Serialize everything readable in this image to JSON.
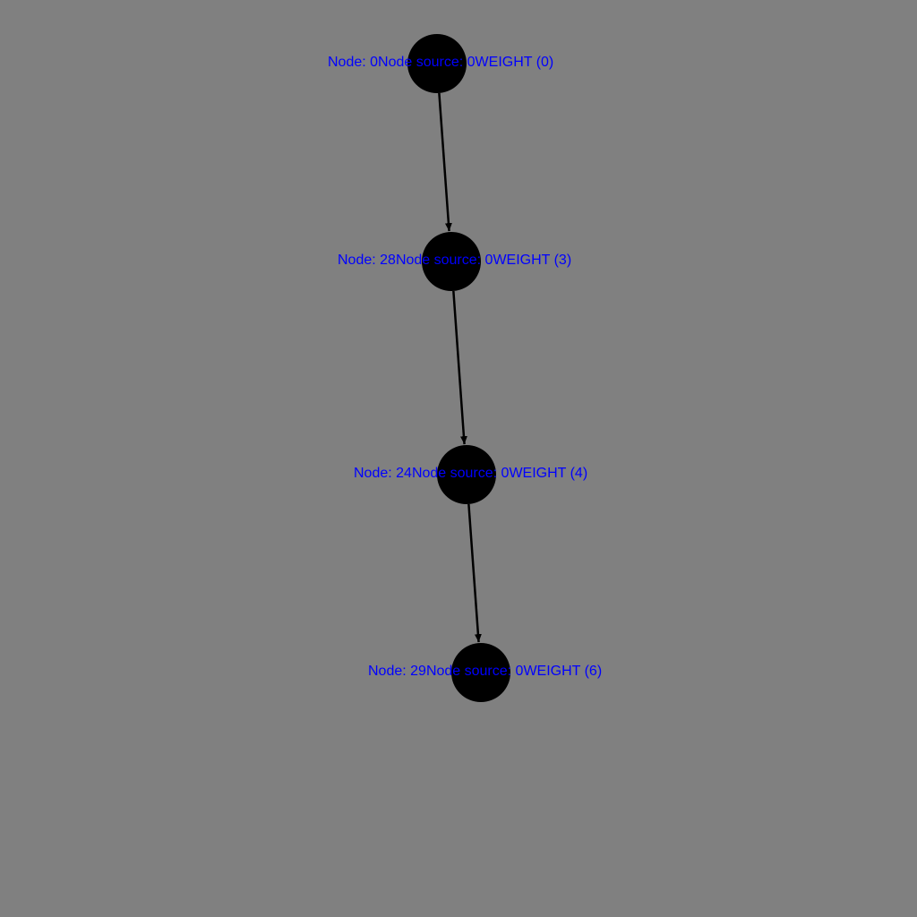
{
  "graph": {
    "colors": {
      "background": "#808080",
      "node_fill": "#000000",
      "edge": "#000000",
      "label": "#0000ff"
    },
    "nodes": [
      {
        "id": "0",
        "label": "Node: 0Node source: 0WEIGHT (0)"
      },
      {
        "id": "28",
        "label": "Node: 28Node source: 0WEIGHT (3)"
      },
      {
        "id": "24",
        "label": "Node: 24Node source: 0WEIGHT (4)"
      },
      {
        "id": "29",
        "label": "Node: 29Node source: 0WEIGHT (6)"
      }
    ],
    "edges": [
      {
        "from": "0",
        "to": "28"
      },
      {
        "from": "28",
        "to": "24"
      },
      {
        "from": "24",
        "to": "29"
      }
    ]
  }
}
